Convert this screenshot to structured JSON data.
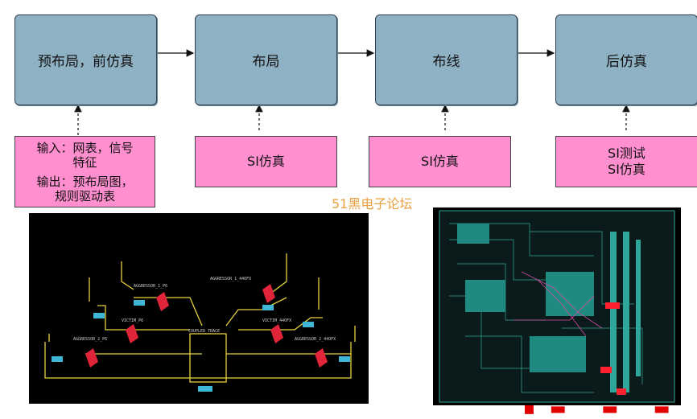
{
  "flow": {
    "stages": [
      "预布局，前仿真",
      "布局",
      "布线",
      "后仿真"
    ],
    "notes": {
      "input_label": "输入：网表，信号",
      "input_label2": "特征",
      "output_label": "输出：预布局图，",
      "output_label2": "规则驱动表",
      "layout_sim": "SI仿真",
      "routing_sim": "SI仿真",
      "post_test": "SI测试",
      "post_sim": "SI仿真"
    }
  },
  "watermark": "51黑电子论坛",
  "schematic": {
    "labels": [
      "AGGRESSOR_1_P6",
      "AGGRESSOR_1_44OFX",
      "VICTIM_P6",
      "VICTIM_44OFX",
      "COUPLED TRACE",
      "AGGRESSOR_2_P6",
      "AGGRESSOR_2_44OFX"
    ]
  },
  "colors": {
    "stage_fill": "#8fb1c4",
    "note_fill": "#ff8fcf",
    "panel_bg": "#000000"
  }
}
